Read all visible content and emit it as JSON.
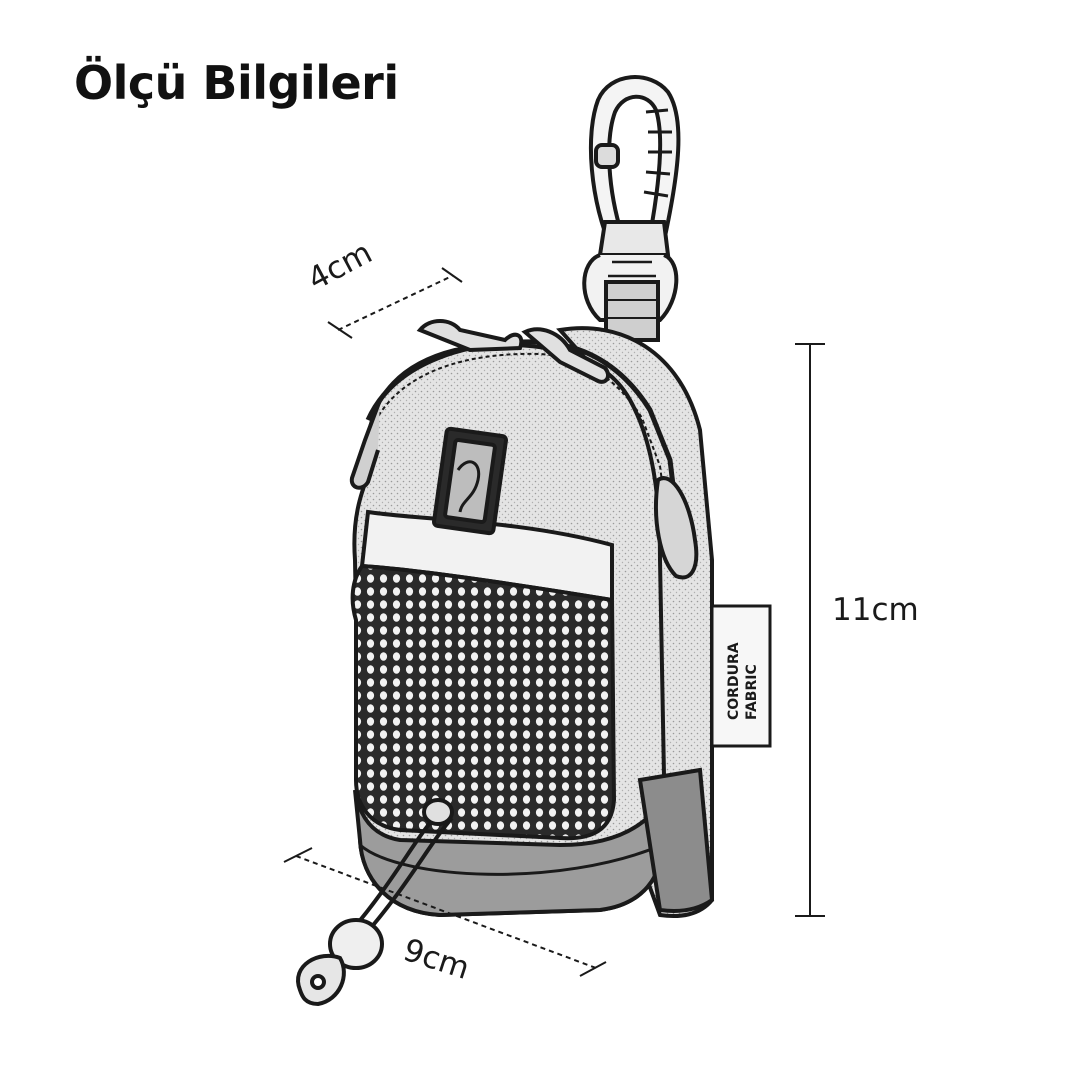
{
  "title": "Ölçü Bilgileri",
  "dimensions": {
    "depth": "4cm",
    "height": "11cm",
    "width": "9cm"
  },
  "tag": {
    "line1": "CORDURA",
    "line2": "FABRIC"
  },
  "colors": {
    "ink": "#1a1a1a",
    "paper": "#ffffff",
    "shade": "#d9d9d9"
  }
}
